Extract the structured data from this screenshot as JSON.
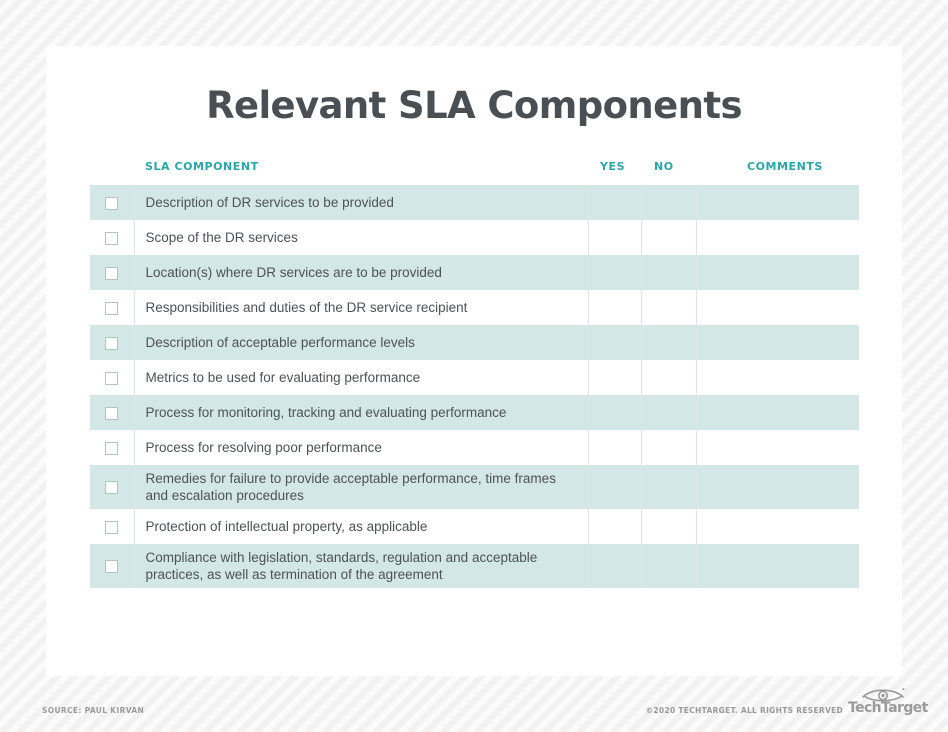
{
  "page": {
    "title": "Relevant SLA Components"
  },
  "table": {
    "headers": {
      "checkbox": "",
      "component": "SLA COMPONENT",
      "yes": "YES",
      "no": "NO",
      "comments": "COMMENTS"
    },
    "rows": [
      {
        "component": "Description of DR services to be provided",
        "yes": "",
        "no": "",
        "comments": "",
        "shaded": true
      },
      {
        "component": "Scope of the DR services",
        "yes": "",
        "no": "",
        "comments": "",
        "shaded": false
      },
      {
        "component": "Location(s) where DR services are to be provided",
        "yes": "",
        "no": "",
        "comments": "",
        "shaded": true
      },
      {
        "component": "Responsibilities and duties of the DR service recipient",
        "yes": "",
        "no": "",
        "comments": "",
        "shaded": false
      },
      {
        "component": "Description of acceptable performance levels",
        "yes": "",
        "no": "",
        "comments": "",
        "shaded": true
      },
      {
        "component": "Metrics to be used for evaluating performance",
        "yes": "",
        "no": "",
        "comments": "",
        "shaded": false
      },
      {
        "component": "Process for monitoring, tracking and evaluating performance",
        "yes": "",
        "no": "",
        "comments": "",
        "shaded": true
      },
      {
        "component": "Process for resolving poor performance",
        "yes": "",
        "no": "",
        "comments": "",
        "shaded": false
      },
      {
        "component": "Remedies for failure to provide acceptable performance, time frames and escalation procedures",
        "yes": "",
        "no": "",
        "comments": "",
        "shaded": true
      },
      {
        "component": "Protection of intellectual property, as applicable",
        "yes": "",
        "no": "",
        "comments": "",
        "shaded": false
      },
      {
        "component": "Compliance with legislation, standards, regulation and acceptable practices, as well as termination of the agreement",
        "yes": "",
        "no": "",
        "comments": "",
        "shaded": true
      }
    ]
  },
  "footer": {
    "source": "SOURCE: PAUL KIRVAN",
    "copyright": "©2020 TECHTARGET. ALL RIGHTS RESERVED",
    "brand": "TechTarget"
  },
  "colors": {
    "accent_teal": "#2aa6a6",
    "row_shaded": "#d3e7e7",
    "text_dark": "#4a4f54",
    "grid_line": "#dfe4e4",
    "checkbox_border": "#b6c3c3",
    "footer_text": "#9a9a9a"
  }
}
